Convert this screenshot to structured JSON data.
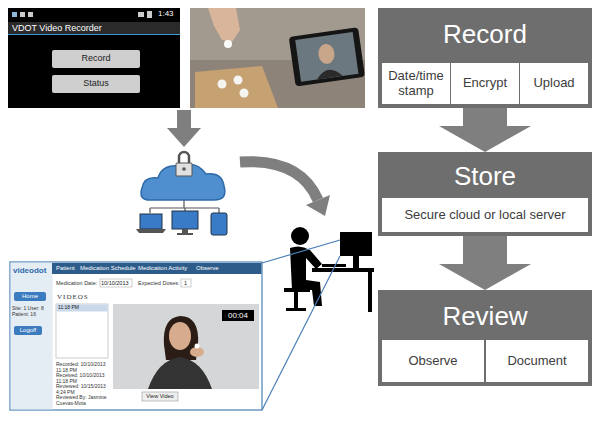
{
  "diagram": {
    "nodes": [
      {
        "text": [
          "Record"
        ]
      },
      {
        "text": [
          "Date/time stamp"
        ],
        "in": 0
      },
      {
        "text": [
          "Encrypt"
        ],
        "in": 0
      },
      {
        "text": [
          "Upload"
        ],
        "in": 0
      },
      {
        "text": [
          "Store"
        ]
      },
      {
        "text": [
          "Secure cloud or local server"
        ],
        "in": 4
      },
      {
        "text": [
          "Review"
        ]
      },
      {
        "text": [
          "Observe"
        ],
        "in": 6
      },
      {
        "text": [
          "Document"
        ],
        "in": 6
      }
    ],
    "edges": [
      {
        "from": 0,
        "to": 4,
        "arrow": "to"
      },
      {
        "from": 4,
        "to": 6,
        "arrow": "to"
      }
    ],
    "labels": [
      "1:43",
      "VDOT Video Recorder",
      "Record",
      "Status",
      "videodot",
      "Patient",
      "Medication Schedule",
      "Medication Activity",
      "Observe",
      "Home",
      "Site: 1 User: 8 Patient: 16",
      "Logoff",
      "Medication Date:",
      "10/10/2013",
      "Expected Doses:",
      "1",
      "VIDEOS",
      "11:18 PM",
      "00:04",
      "Recorded: 10/10/2013 11:18 PM",
      "Received: 10/10/2013 11:18 PM",
      "Reviewed: 10/15/2013 4:24 PM",
      "Reviewed By: Jasmine Cuevas-Mota",
      "View Video"
    ]
  }
}
